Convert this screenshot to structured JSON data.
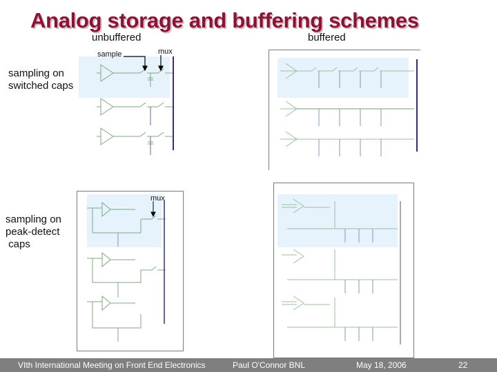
{
  "slide": {
    "title": "Analog storage and buffering schemes",
    "column_headers": {
      "unbuffered": "unbuffered",
      "buffered": "buffered"
    },
    "row_labels": {
      "switched": "sampling on\nswitched caps",
      "peak": "sampling on\npeak-detect\n caps"
    },
    "schematic_labels": {
      "sample": "sample",
      "mux_top": "mux",
      "mux_bottom": "mux"
    }
  },
  "footer": {
    "conference": "VIth International Meeting on Front End Electronics",
    "author": "Paul O'Connor BNL",
    "date": "May 18, 2006",
    "page": "22"
  },
  "colors": {
    "title": "#8b1333",
    "highlight": "#e6f3fc",
    "wire": "#7fa77f",
    "bus": "#2e2e8a",
    "footer_bg": "#7f7f7f"
  }
}
